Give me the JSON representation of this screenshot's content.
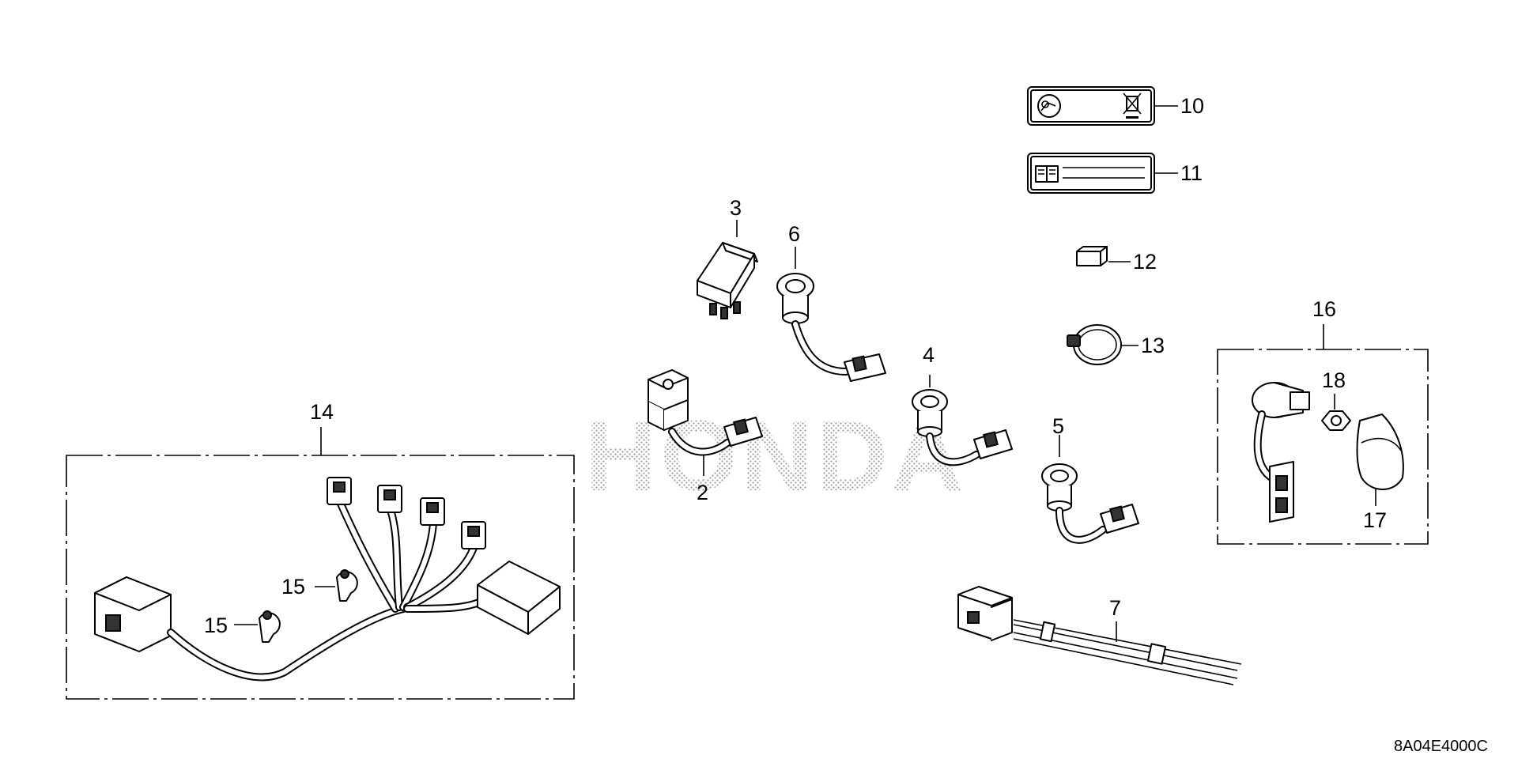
{
  "callouts": {
    "c2": "2",
    "c3": "3",
    "c4": "4",
    "c5": "5",
    "c6": "6",
    "c7": "7",
    "c10": "10",
    "c11": "11",
    "c12": "12",
    "c13": "13",
    "c14": "14",
    "c15a": "15",
    "c15b": "15",
    "c16": "16",
    "c17": "17",
    "c18": "18"
  },
  "watermark": "HONDA",
  "diagram_code": "8A04E4000C",
  "icons": [
    "manual-read-icon",
    "no-trash-bin-icon",
    "open-book-icon"
  ]
}
